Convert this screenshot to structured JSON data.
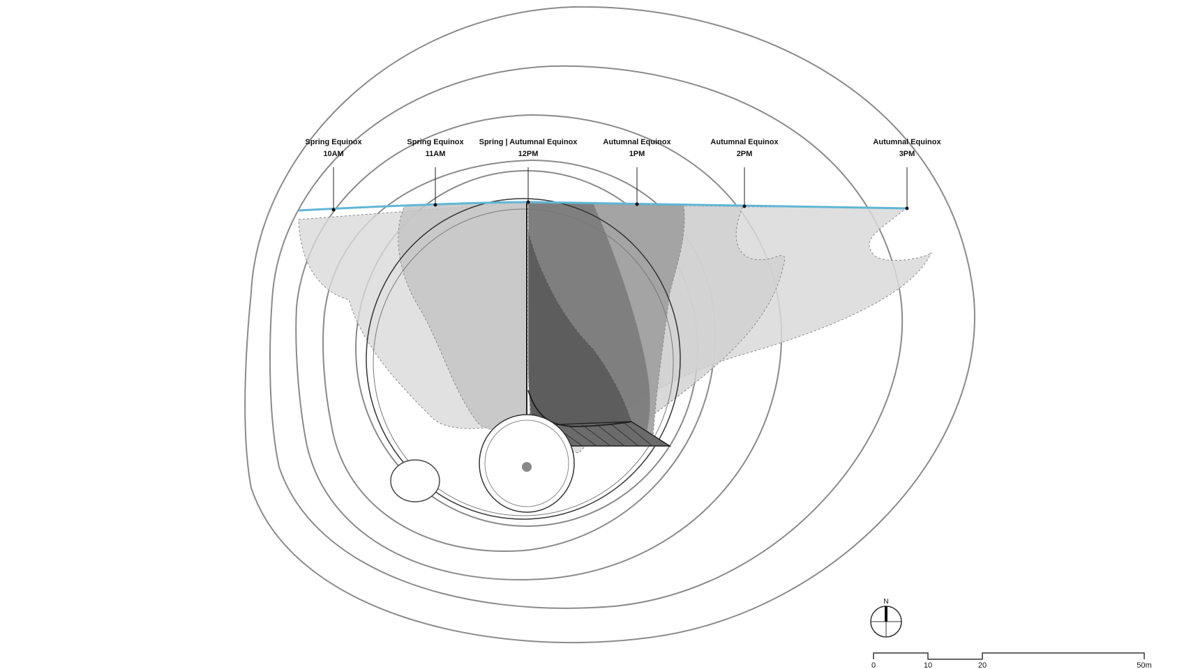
{
  "sun_labels": [
    {
      "line1": "Spring Equinox",
      "line2": "10AM"
    },
    {
      "line1": "Spring Equinox",
      "line2": "11AM"
    },
    {
      "line1": "Spring | Autumnal Equinox",
      "line2": "12PM"
    },
    {
      "line1": "Autumnal Equinox",
      "line2": "1PM"
    },
    {
      "line1": "Autumnal Equinox",
      "line2": "2PM"
    },
    {
      "line1": "Autumnal Equinox",
      "line2": "3PM"
    }
  ],
  "north_arrow": {
    "label": "N"
  },
  "scale_bar": {
    "ticks": [
      "0",
      "10",
      "20",
      "50m"
    ]
  },
  "colors": {
    "horizon_line": "#5fb6d6",
    "contour": "#8a8a8a",
    "shadow_light": "#d9d9d9",
    "shadow_mid": "#b3b3b3",
    "shadow_dark": "#7a7a7a",
    "shadow_darkest": "#555555"
  }
}
